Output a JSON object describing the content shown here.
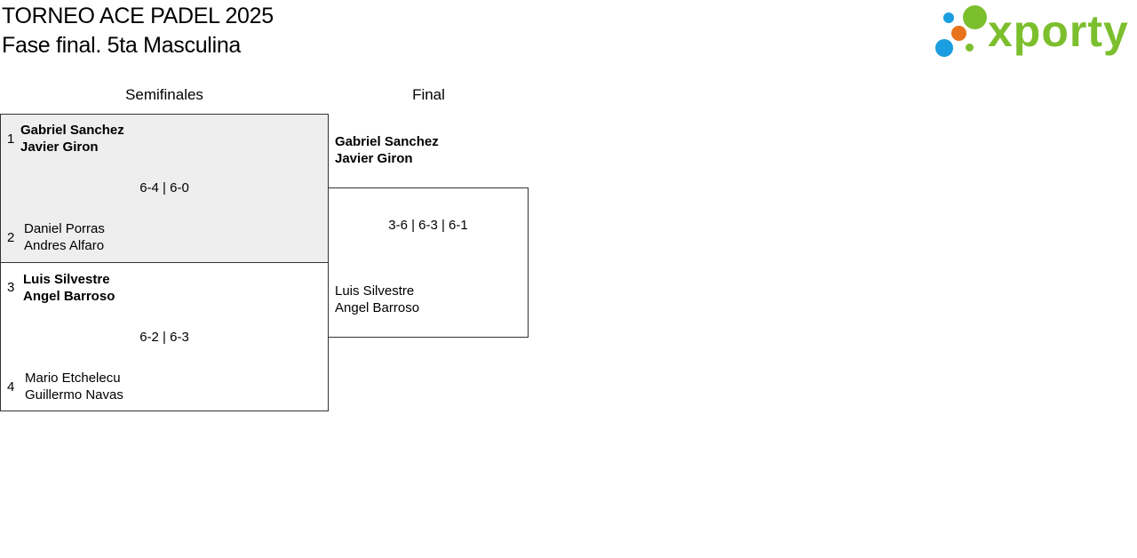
{
  "header": {
    "title": "TORNEO ACE PADEL 2025",
    "subtitle": "Fase final. 5ta Masculina"
  },
  "logo": {
    "name": "xporty-logo",
    "text": "xporty",
    "colors": {
      "green": "#7cbf2e",
      "orange": "#e8731c",
      "blue": "#1a9ee0"
    }
  },
  "rounds": {
    "semifinals_label": "Semifinales",
    "final_label": "Final"
  },
  "semifinals": [
    {
      "highlighted": true,
      "score": "6-4 | 6-0",
      "team_a": {
        "seed": "1",
        "player1": "Gabriel Sanchez",
        "player2": "Javier Giron",
        "winner": true
      },
      "team_b": {
        "seed": "2",
        "player1": "Daniel Porras",
        "player2": "Andres Alfaro",
        "winner": false
      }
    },
    {
      "highlighted": false,
      "score": "6-2 | 6-3",
      "team_a": {
        "seed": "3",
        "player1": "Luis Silvestre",
        "player2": "Angel Barroso",
        "winner": true
      },
      "team_b": {
        "seed": "4",
        "player1": "Mario Etchelecu",
        "player2": "Guillermo Navas",
        "winner": false
      }
    }
  ],
  "final": {
    "score": "3-6 | 6-3 | 6-1",
    "team_a": {
      "player1": "Gabriel Sanchez",
      "player2": "Javier Giron",
      "winner": true
    },
    "team_b": {
      "player1": "Luis Silvestre",
      "player2": "Angel Barroso",
      "winner": false
    }
  },
  "colors": {
    "highlight_bg": "#eeeeee",
    "border": "#333333"
  }
}
